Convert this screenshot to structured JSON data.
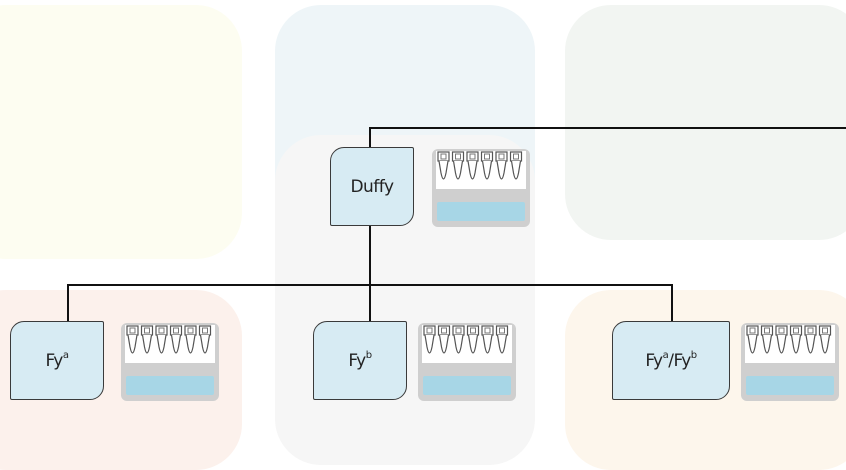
{
  "colors": {
    "node_fill": "#d7ebf3",
    "node_border": "#3a3a3a",
    "line": "#111111",
    "card_body": "#cfcfcf",
    "card_bar": "#a7d6e6",
    "tile_yellow": "#fdfdf1",
    "tile_blue": "#eef5f8",
    "tile_green": "#f2f5f2",
    "tile_gray": "#f4f4f4",
    "tile_peach": "#fcf1ec",
    "tile_cream": "#fdf6ec"
  },
  "root": {
    "label": "Duffy"
  },
  "children": [
    {
      "base": "Fy",
      "sup": "a"
    },
    {
      "base": "Fy",
      "sup": "b"
    },
    {
      "base": "Fy",
      "sup": "a",
      "sep": "/",
      "base2": "Fy",
      "sup2": "b"
    }
  ],
  "card_icon": "reagent-tube-rack-icon"
}
